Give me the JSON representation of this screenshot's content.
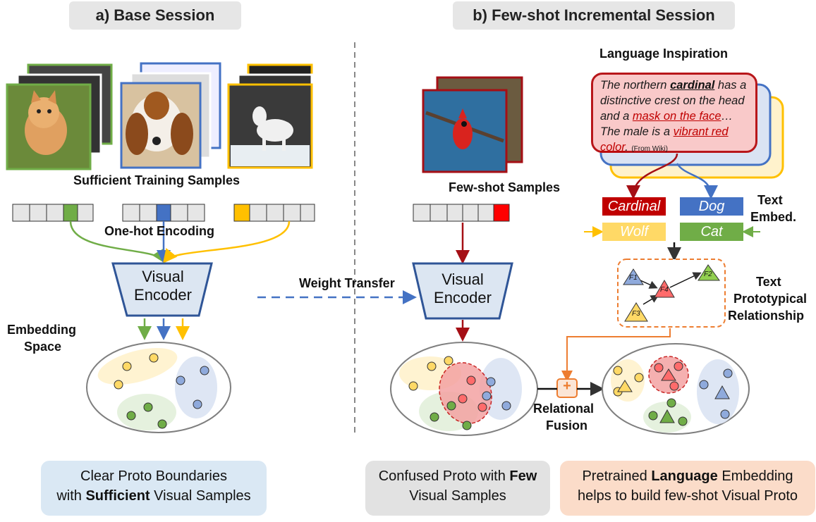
{
  "headers": {
    "base": "a)  Base Session",
    "fewshot": "b) Few-shot Incremental Session"
  },
  "labels": {
    "sufficient_samples": "Sufficient Training Samples",
    "one_hot": "One-hot Encoding",
    "embedding_space_1": "Embedding",
    "embedding_space_2": "Space",
    "weight_transfer": "Weight Transfer",
    "few_shot_samples": "Few-shot Samples",
    "language_inspiration": "Language Inspiration",
    "text_embed_1": "Text",
    "text_embed_2": "Embed.",
    "text_proto_1": "Text",
    "text_proto_2": "Prototypical",
    "text_proto_3": "Relationship",
    "relational_fusion_1": "Relational",
    "relational_fusion_2": "Fusion",
    "fusion_symbol": "+"
  },
  "encoders": {
    "left": {
      "line1": "Visual",
      "line2": "Encoder"
    },
    "right": {
      "line1": "Visual",
      "line2": "Encoder"
    }
  },
  "quote": {
    "t1": "The northern ",
    "t2": "cardinal",
    "t3": " has a distinctive crest on the head and a ",
    "t4": "mask on the face",
    "t5": "… The male is a ",
    "t6": "vibrant red",
    "t7": " ",
    "t8": "color",
    "t9": ". ",
    "source": "(From Wiki)"
  },
  "class_tags": {
    "cardinal": "Cardinal",
    "dog": "Dog",
    "wolf": "Wolf",
    "cat": "Cat"
  },
  "graph_nodes": {
    "f1": "F1",
    "f2": "F2",
    "f3": "F3",
    "f4": "F4"
  },
  "captions": {
    "left": {
      "l1": "Clear Proto Boundaries",
      "l2a": "with ",
      "l2b": "Sufficient",
      "l2c": " Visual Samples"
    },
    "middle": {
      "l1a": "Confused Proto with ",
      "l1b": "Few",
      "l2": "Visual Samples"
    },
    "right": {
      "l1a": "Pretrained ",
      "l1b": "Language",
      "l1c": " Embedding",
      "l2": "helps to build few-shot Visual Proto"
    }
  },
  "colors": {
    "green": "#70ad47",
    "blue": "#4472c4",
    "yellow": "#ffc000",
    "red": "#c00000",
    "encoder_fill": "#dce6f2",
    "encoder_stroke": "#2f5597",
    "fusion_orange": "#ed7d31"
  }
}
